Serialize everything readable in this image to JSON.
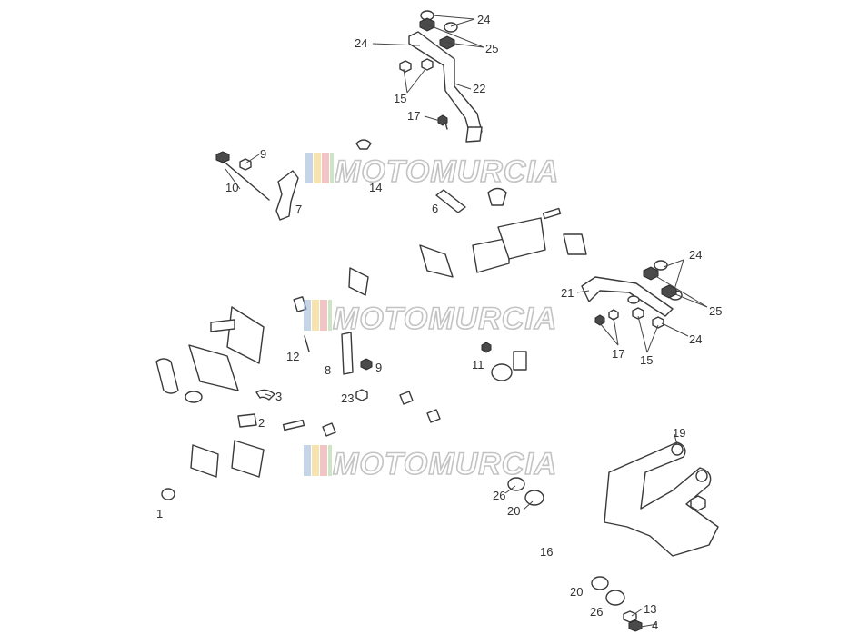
{
  "watermark": {
    "text": "MOTOMURCIA",
    "colors": [
      "#9fb8d8",
      "#f2d27a",
      "#e8a0a0",
      "#a8d5a0"
    ]
  },
  "callouts": {
    "c1": "1",
    "c2": "2",
    "c3": "3",
    "c4": "4",
    "c6": "6",
    "c7": "7",
    "c8": "8",
    "c9a": "9",
    "c9b": "9",
    "c10": "10",
    "c11": "11",
    "c12": "12",
    "c13": "13",
    "c14": "14",
    "c15a": "15",
    "c15b": "15",
    "c16": "16",
    "c17a": "17",
    "c17b": "17",
    "c19": "19",
    "c20a": "20",
    "c20b": "20",
    "c21": "21",
    "c22": "22",
    "c23": "23",
    "c24a": "24",
    "c24b": "24",
    "c24c": "24",
    "c24d": "24",
    "c25a": "25",
    "c25b": "25",
    "c26a": "26",
    "c26b": "26"
  }
}
